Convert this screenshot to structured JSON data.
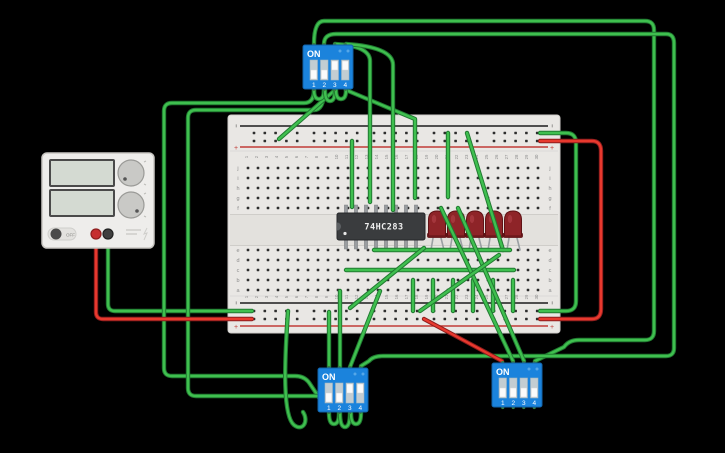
{
  "canvas": {
    "background": "#000000"
  },
  "power_supply": {
    "off_button_label": "OFF",
    "terminal_positive_color": "#c62f2f",
    "terminal_negative_color": "#3f3f3f",
    "body_color": "#eeedeb",
    "display_color": "#d4dad2"
  },
  "breadboard": {
    "column_count": 30,
    "row_letters_top": [
      "j",
      "i",
      "h",
      "g",
      "f"
    ],
    "row_letters_bottom": [
      "e",
      "d",
      "c",
      "b",
      "a"
    ],
    "rail_plus_label": "+",
    "rail_minus_label": "−",
    "board_color": "#e9e7e4"
  },
  "ic": {
    "label": "74HC283",
    "body_color": "#3a3c3e"
  },
  "dip_switches": {
    "on_label": "ON",
    "pin_labels": [
      "1",
      "2",
      "3",
      "4"
    ],
    "body_color": "#1b83dc",
    "units": [
      {
        "id": "top",
        "states": [
          "off",
          "off",
          "on",
          "on"
        ]
      },
      {
        "id": "bottom-left",
        "states": [
          "off",
          "off",
          "on",
          "on"
        ]
      },
      {
        "id": "bottom-right",
        "states": [
          "off",
          "off",
          "off",
          "off"
        ]
      }
    ]
  },
  "leds": {
    "count": 5,
    "body_color": "#8e2428"
  },
  "wires": {
    "green": "#3fbf4f",
    "green_outline": "#217a31",
    "red": "#e8392e",
    "red_outline": "#8e1d1d"
  }
}
